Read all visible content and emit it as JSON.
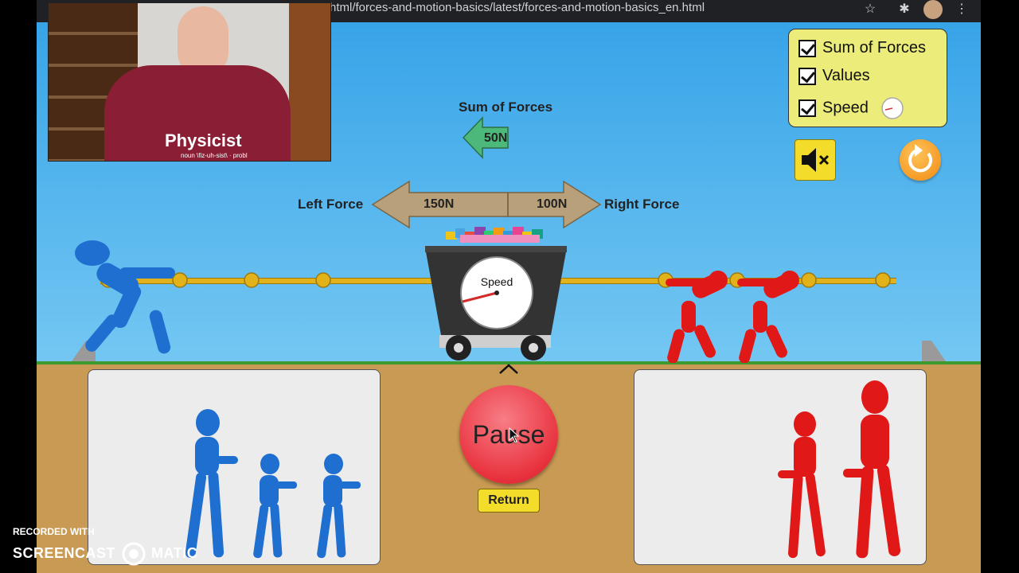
{
  "browser": {
    "url": "html/forces-and-motion-basics/latest/forces-and-motion-basics_en.html",
    "star_icon": "star-icon",
    "extensions_icon": "puzzle-icon",
    "menu_icon": "kebab-menu-icon"
  },
  "webcam": {
    "shirt_text": "Physicist",
    "shirt_subtext": "noun \\fiz-uh-sist\\ · probl"
  },
  "options": {
    "sum_of_forces": "Sum of Forces",
    "values": "Values",
    "speed": "Speed"
  },
  "sum_of_forces": {
    "title": "Sum of Forces",
    "value": "50N",
    "direction": "left"
  },
  "forces": {
    "left_label": "Left Force",
    "left_value": "150N",
    "right_label": "Right Force",
    "right_value": "100N"
  },
  "speedometer": {
    "label": "Speed"
  },
  "controls": {
    "pause_label": "Pause",
    "return_label": "Return",
    "mute_icon": "mute-icon",
    "reset_icon": "reset-icon"
  },
  "watermark": {
    "line1": "RECORDED WITH",
    "line2_left": "SCREENCAST",
    "line2_right": "MATIC"
  },
  "colors": {
    "blue_team": "#1f6fd1",
    "red_team": "#e01818",
    "sky": "#55b4ee",
    "ground": "#c99a53",
    "rope": "#e2b21b",
    "pause": "#e8323e"
  }
}
